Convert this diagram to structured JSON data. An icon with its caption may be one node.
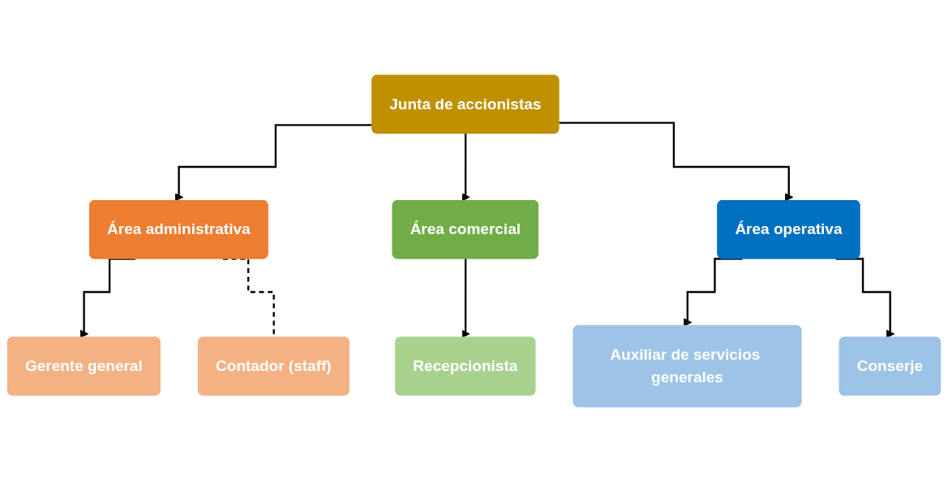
{
  "diagram": {
    "nodes": [
      {
        "text": [
          "Junta de accionistas"
        ]
      },
      {
        "text": [
          "Área administrativa"
        ]
      },
      {
        "text": [
          "Área comercial"
        ]
      },
      {
        "text": [
          "Área operativa"
        ]
      },
      {
        "text": [
          "Gerente general"
        ]
      },
      {
        "text": [
          "Contador (staff)"
        ]
      },
      {
        "text": [
          "Recepcionista"
        ]
      },
      {
        "text": [
          "Auxiliar de servicios generales"
        ]
      },
      {
        "text": [
          "Conserje"
        ]
      }
    ],
    "edges": [
      {
        "from": 0,
        "to": 1,
        "arrow": "to"
      },
      {
        "from": 0,
        "to": 2,
        "arrow": "to"
      },
      {
        "from": 0,
        "to": 3,
        "arrow": "to"
      },
      {
        "from": 1,
        "to": 4,
        "arrow": "to"
      },
      {
        "from": 1,
        "to": 5,
        "arrow": "none",
        "style": "dashed"
      },
      {
        "from": 2,
        "to": 6,
        "arrow": "to"
      },
      {
        "from": 3,
        "to": 7,
        "arrow": "to"
      },
      {
        "from": 3,
        "to": 8,
        "arrow": "to"
      }
    ]
  }
}
